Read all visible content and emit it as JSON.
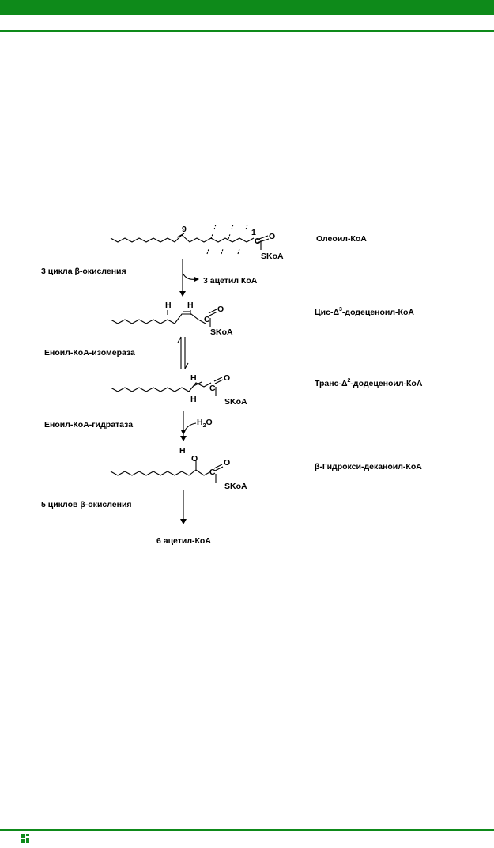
{
  "colors": {
    "accent": "#0e8a1a"
  },
  "compounds": {
    "oleoyl": "Олеоил-КоА",
    "cis_prefix": "Цис-Δ",
    "cis_sup": "3",
    "cis_suffix": "-додеценоил-КоА",
    "trans_prefix": "Транс-Δ",
    "trans_sup": "2",
    "trans_suffix": "-додеценоил-КоА",
    "hydroxy": "β-Гидрокси-деканоил-КоА"
  },
  "steps": {
    "beta_ox_3": "3 цикла β-окисления",
    "acetyl_3": "3 ацетил КоА",
    "isomerase": "Еноил-КоА-изомераза",
    "hydratase": "Еноил-КоА-гидратаза",
    "water_prefix": "H",
    "water_sub": "2",
    "water_suffix": "O",
    "beta_ox_5": "5 циклов β-окисления",
    "acetyl_6": "6 ацетил-КоА"
  },
  "atoms": {
    "locant_9": "9",
    "locant_1": "1",
    "carbon": "C",
    "oxygen": "O",
    "hydrogen": "H",
    "skoa": "SKoA"
  },
  "icons": {
    "footer": "logo-icon"
  }
}
